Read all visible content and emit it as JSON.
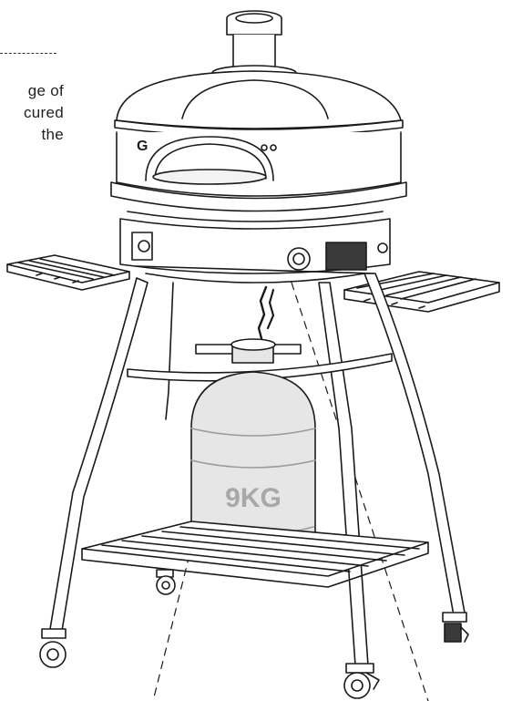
{
  "caption_fragments": [
    "ge of",
    "cured",
    "the"
  ],
  "cylinder_label": "9KG",
  "colors": {
    "stroke": "#1a1a1a",
    "tank_fill": "#e6e6e6",
    "label_text": "#a8a8a8",
    "panel_dark": "#3a3a3a"
  }
}
